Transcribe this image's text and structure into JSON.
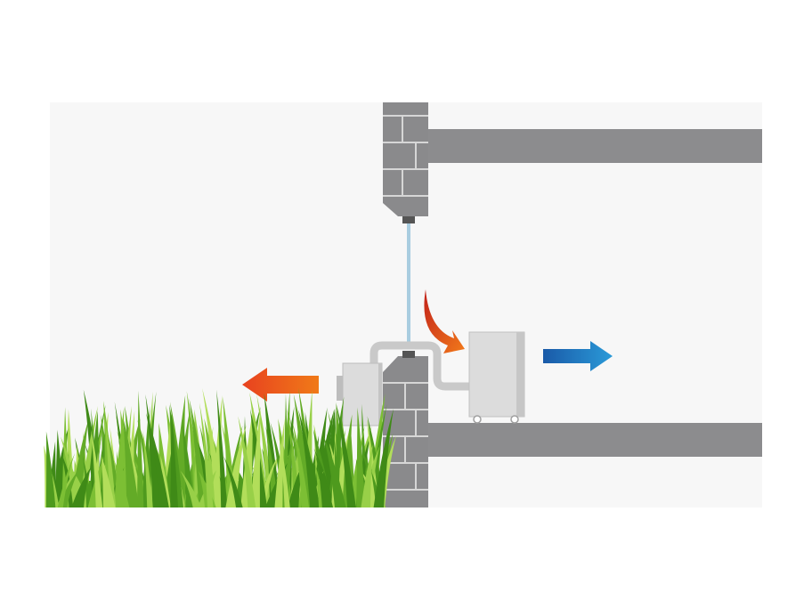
{
  "diagram": {
    "colors": {
      "page_background": "#ffffff",
      "panel_background": "#f7f7f7",
      "wall": "#8a8a8c",
      "wall_mortar": "#d6d6d6",
      "floor_slab": "#8c8c8e",
      "pipe": "#c9c9c9",
      "condensate_line": "#a9cde0",
      "unit_body": "#dcdcdc",
      "unit_side": "#bdbdbd",
      "grass_dark": "#4e9a1e",
      "grass_light": "#9fd24a",
      "hot_air_arrow": "#e8421f",
      "cool_air_arrow": "#1e6fb8"
    },
    "components": [
      {
        "name": "upper-floor-slab",
        "icon": "floor-slab"
      },
      {
        "name": "lower-floor-slab",
        "icon": "floor-slab"
      },
      {
        "name": "exterior-brick-wall",
        "icon": "brick-wall"
      },
      {
        "name": "condensate-drain-line",
        "icon": "thin-pipe"
      },
      {
        "name": "outdoor-condenser-unit",
        "icon": "box-unit"
      },
      {
        "name": "indoor-portable-unit",
        "icon": "box-unit-on-wheels"
      },
      {
        "name": "connecting-refrigerant-pipe",
        "icon": "bent-pipe"
      },
      {
        "name": "lawn",
        "icon": "grass"
      }
    ],
    "flows": [
      {
        "name": "heat-exhaust-arrow",
        "direction": "left",
        "meaning_color": "hot"
      },
      {
        "name": "warm-air-intake-arrow",
        "direction": "curved-down",
        "meaning_color": "hot"
      },
      {
        "name": "cool-air-supply-arrow",
        "direction": "right",
        "meaning_color": "cold"
      }
    ]
  }
}
